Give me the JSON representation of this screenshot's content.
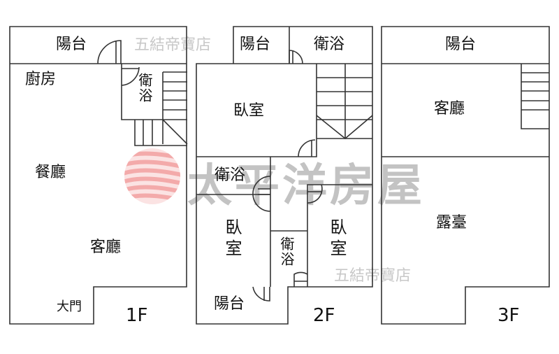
{
  "colors": {
    "wall": "#333333",
    "watermark_text": "#b9b9b9",
    "logo": "#f2a7a7"
  },
  "watermark": {
    "brand": "太平洋房屋",
    "store_top": "五結帝寶店",
    "store_bottom": "五結帝寶店",
    "logo_icon": "pacific-wave-logo"
  },
  "floors": [
    {
      "id": "1F",
      "label": "1F",
      "rooms": {
        "balcony": "陽台",
        "kitchen": "廚房",
        "bathroom": "衛浴",
        "dining": "餐廳",
        "living": "客廳",
        "main_door": "大門"
      }
    },
    {
      "id": "2F",
      "label": "2F",
      "rooms": {
        "balcony_top": "陽台",
        "bathroom_top": "衛浴",
        "bedroom_top": "臥室",
        "bathroom_mid": "衛浴",
        "bedroom_left": "臥室",
        "bathroom_center": "衛浴",
        "bedroom_right": "臥室",
        "balcony_bottom": "陽台"
      }
    },
    {
      "id": "3F",
      "label": "3F",
      "rooms": {
        "balcony": "陽台",
        "living": "客廳",
        "terrace": "露臺"
      }
    }
  ]
}
